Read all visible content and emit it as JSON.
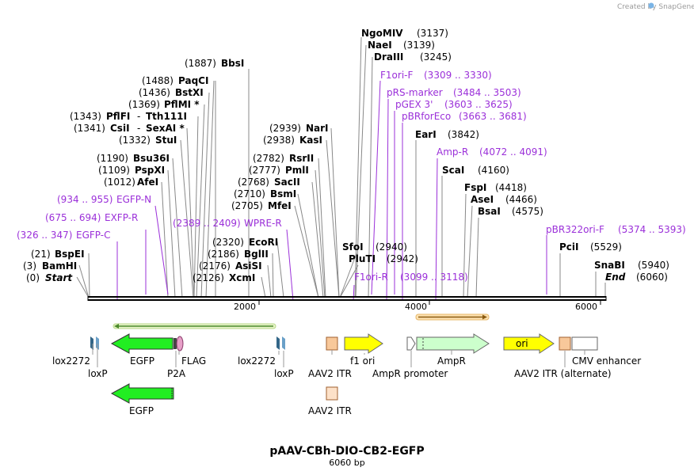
{
  "credit": "Created by SnapGene",
  "map": {
    "name": "pAAV-CBh-DIO-CB2-EGFP",
    "length_label": "6060 bp",
    "axis_ticks": [
      "2000",
      "4000",
      "6000"
    ]
  },
  "enzymes": [
    {
      "pos": "(0)",
      "name": "Start"
    },
    {
      "pos": "(3)",
      "name": "BamHI"
    },
    {
      "pos": "(21)",
      "name": "BspEI"
    },
    {
      "pos": "(326 .. 347)",
      "name": "EGFP-C"
    },
    {
      "pos": "(675 .. 694)",
      "name": "EXFP-R"
    },
    {
      "pos": "(934 .. 955)",
      "name": "EGFP-N"
    },
    {
      "pos": "(1012)",
      "name": "AfeI"
    },
    {
      "pos": "(1109)",
      "name": "PspXI"
    },
    {
      "pos": "(1190)",
      "name": "Bsu36I"
    },
    {
      "pos": "(1332)",
      "name": "StuI"
    },
    {
      "pos": "(1341)",
      "name": "CsiI",
      "sep": "-",
      "name2": "SexAI *"
    },
    {
      "pos": "(1343)",
      "name": "PflFI",
      "sep": "-",
      "name2": "Tth111I"
    },
    {
      "pos": "(1369)",
      "name": "PflMI *"
    },
    {
      "pos": "(1436)",
      "name": "BstXI"
    },
    {
      "pos": "(1488)",
      "name": "PaqCI"
    },
    {
      "pos": "(1887)",
      "name": "BbsI"
    },
    {
      "pos": "(2389 .. 2409)",
      "name": "WPRE-R"
    },
    {
      "pos": "(2126)",
      "name": "XcmI"
    },
    {
      "pos": "(2176)",
      "name": "AsiSI"
    },
    {
      "pos": "(2186)",
      "name": "BglII"
    },
    {
      "pos": "(2320)",
      "name": "EcoRI"
    },
    {
      "pos": "(2705)",
      "name": "MfeI"
    },
    {
      "pos": "(2710)",
      "name": "BsmI"
    },
    {
      "pos": "(2768)",
      "name": "SacII"
    },
    {
      "pos": "(2777)",
      "name": "PmlI"
    },
    {
      "pos": "(2782)",
      "name": "RsrII"
    },
    {
      "pos": "(2938)",
      "name": "KasI"
    },
    {
      "pos": "(2939)",
      "name": "NarI"
    },
    {
      "pos": "(3137)",
      "name": "NgoMIV"
    },
    {
      "pos": "(3139)",
      "name": "NaeI"
    },
    {
      "pos": "(3245)",
      "name": "DraIII"
    },
    {
      "pos": "(3309 .. 3330)",
      "name": "F1ori-F"
    },
    {
      "pos": "(3484 .. 3503)",
      "name": "pRS-marker"
    },
    {
      "pos": "(3603 .. 3625)",
      "name": "pGEX 3'"
    },
    {
      "pos": "(3663 .. 3681)",
      "name": "pBRforEco"
    },
    {
      "pos": "(3842)",
      "name": "EarI"
    },
    {
      "pos": "(4072 .. 4091)",
      "name": "Amp-R"
    },
    {
      "pos": "(4160)",
      "name": "ScaI"
    },
    {
      "pos": "(4418)",
      "name": "FspI"
    },
    {
      "pos": "(4466)",
      "name": "AseI"
    },
    {
      "pos": "(4575)",
      "name": "BsaI"
    },
    {
      "pos": "(2940)",
      "name": "SfoI"
    },
    {
      "pos": "(2942)",
      "name": "PluTI"
    },
    {
      "pos": "(3099 .. 3118)",
      "name": "F1ori-R"
    },
    {
      "pos": "(5374 .. 5393)",
      "name": "pBR322ori-F"
    },
    {
      "pos": "(5529)",
      "name": "PciI"
    },
    {
      "pos": "(5940)",
      "name": "SnaBI"
    },
    {
      "pos": "(6060)",
      "name": "End"
    }
  ],
  "features": {
    "lox2272_a": "lox2272",
    "loxP_a": "loxP",
    "egfp": "EGFP",
    "flag": "FLAG",
    "p2a": "P2A",
    "lox2272_b": "lox2272",
    "loxP_b": "loxP",
    "aav2_itr": "AAV2 ITR",
    "f1_ori": "f1 ori",
    "ampr_promoter": "AmpR promoter",
    "ampr": "AmpR",
    "ori": "ori",
    "ori_inside": "ori",
    "aav2_itr_alt": "AAV2 ITR (alternate)",
    "cmv_enhancer": "CMV enhancer",
    "egfp2": "EGFP",
    "aav2_itr_2": "AAV2 ITR"
  },
  "colors": {
    "egfp": "#22ee22",
    "f1ori": "#ffff00",
    "ampr": "#ccffcc",
    "itr": "#f8c89a",
    "primer": "#9b30d9",
    "lox": "#336688"
  }
}
